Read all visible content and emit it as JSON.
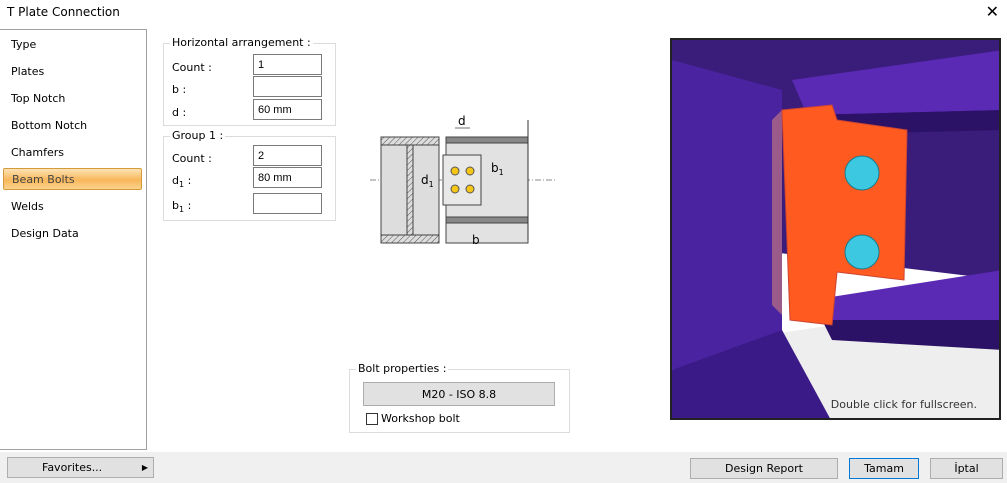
{
  "window": {
    "title": "T Plate Connection",
    "close_icon": "✕"
  },
  "sidebar": {
    "items": [
      {
        "label": "Type"
      },
      {
        "label": "Plates"
      },
      {
        "label": "Top Notch"
      },
      {
        "label": "Bottom Notch"
      },
      {
        "label": "Chamfers"
      },
      {
        "label": "Beam Bolts",
        "active": true
      },
      {
        "label": "Welds"
      },
      {
        "label": "Design Data"
      }
    ]
  },
  "horizontal": {
    "title": "Horizontal arrangement :",
    "count_label": "Count :",
    "count": "1",
    "b_label": "b :",
    "b": "",
    "d_label": "d :",
    "d": "60 mm"
  },
  "group1": {
    "title": "Group 1 :",
    "count_label": "Count :",
    "count": "2",
    "d1_label": "d",
    "d1_sub": "1",
    "d1": "80 mm",
    "b1_label": "b",
    "b1_sub": "1",
    "b1": ""
  },
  "diagram": {
    "d": "d",
    "d1": "d",
    "d1_sub": "1",
    "b1": "b",
    "b1_sub": "1",
    "b": "b"
  },
  "bolt": {
    "title": "Bolt properties :",
    "button": "M20 - ISO 8.8",
    "workshop_label": "Workshop bolt",
    "workshop_checked": false
  },
  "view": {
    "hint": "Double click for fullscreen."
  },
  "footer": {
    "favorites": "Favorites...",
    "design_report": "Design Report",
    "ok": "Tamam",
    "cancel": "İptal"
  }
}
